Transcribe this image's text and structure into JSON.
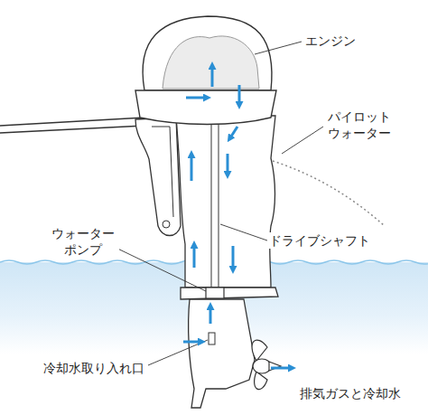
{
  "diagram": {
    "labels": [
      "エンジン",
      "パイロット ウォーター",
      "ウォーター ポンプ",
      "ドライブシャフト",
      "冷却水取り入れ口",
      "排気ガスと冷却水"
    ]
  }
}
